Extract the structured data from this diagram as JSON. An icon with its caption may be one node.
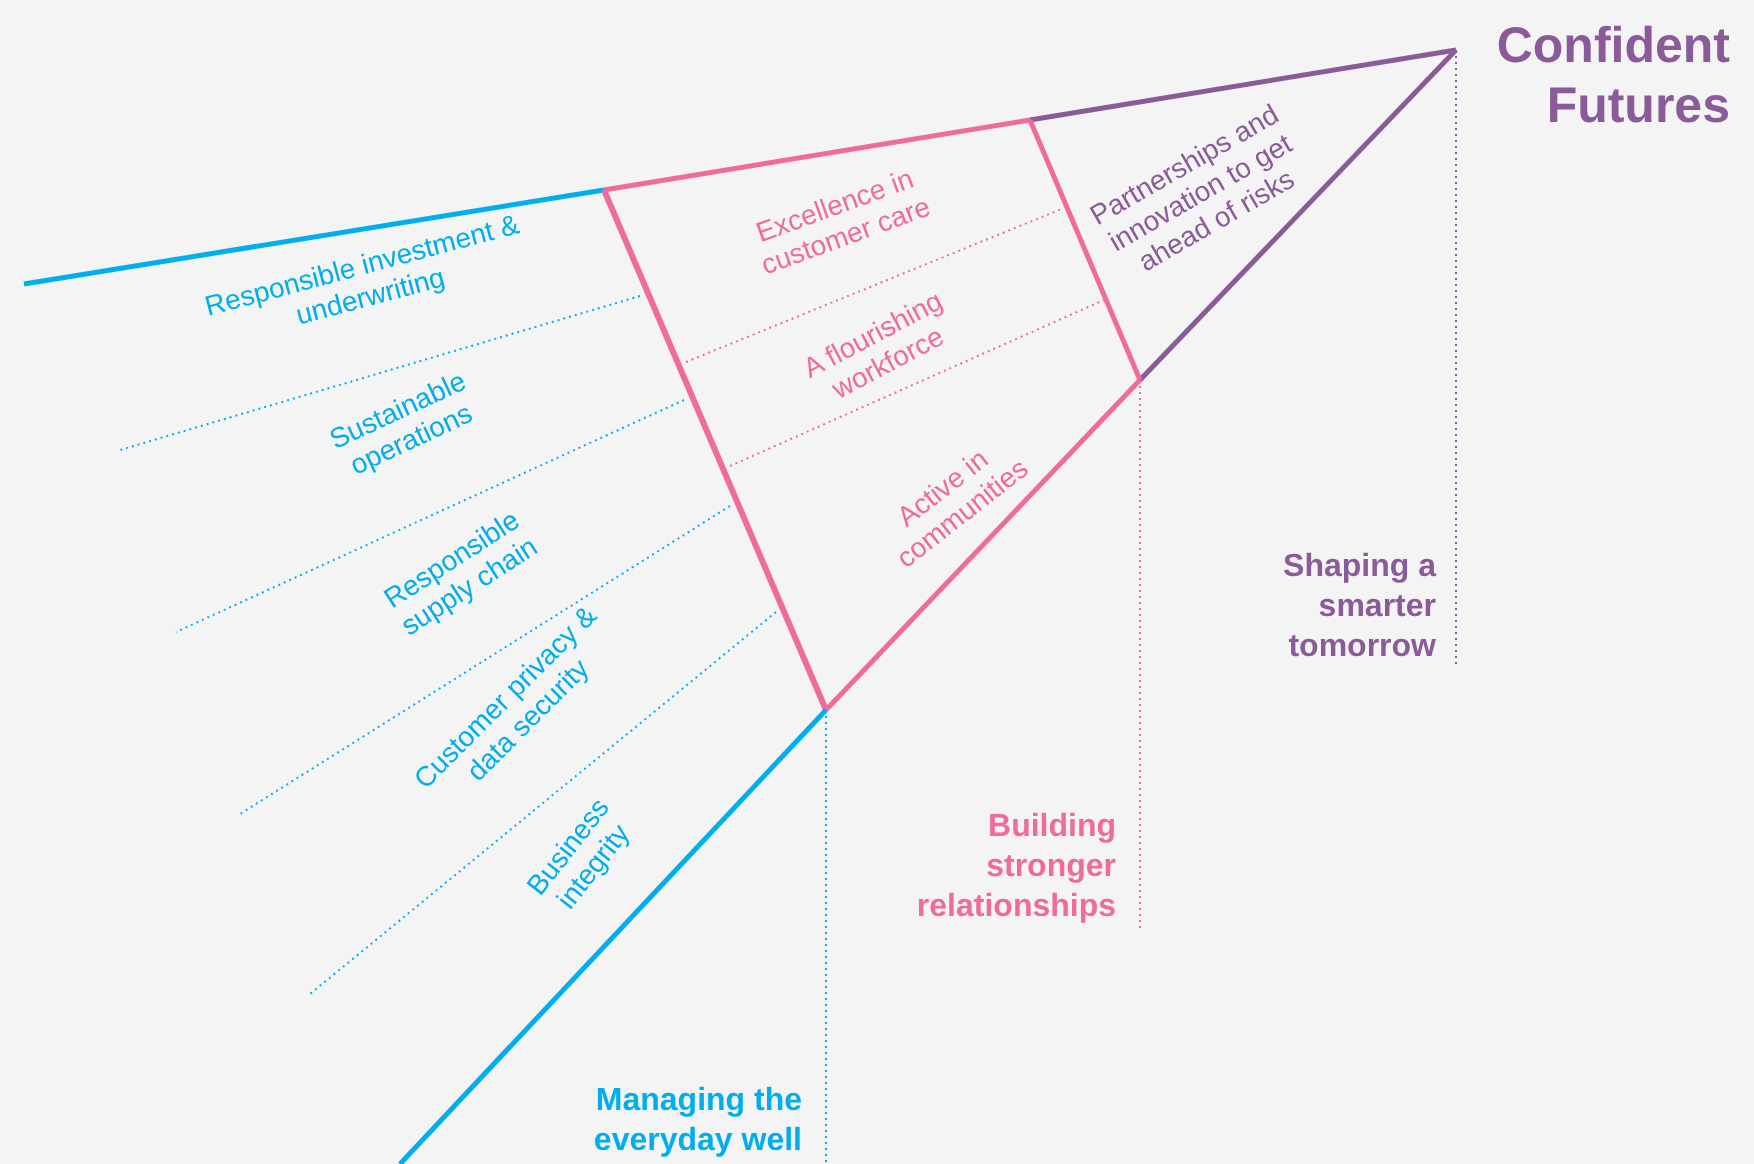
{
  "diagram": {
    "title": "Confident Futures",
    "labels": [
      "Partnerships and innovation to get ahead of risks",
      "Excellence in customer care",
      "Responsible investment & underwriting",
      "A flourishing workforce",
      "Sustainable operations",
      "Active in communities",
      "Shaping a smarter tomorrow",
      "Responsible supply chain",
      "Customer privacy & data security",
      "Business integrity",
      "Building stronger relationships",
      "Managing the everyday well"
    ]
  }
}
